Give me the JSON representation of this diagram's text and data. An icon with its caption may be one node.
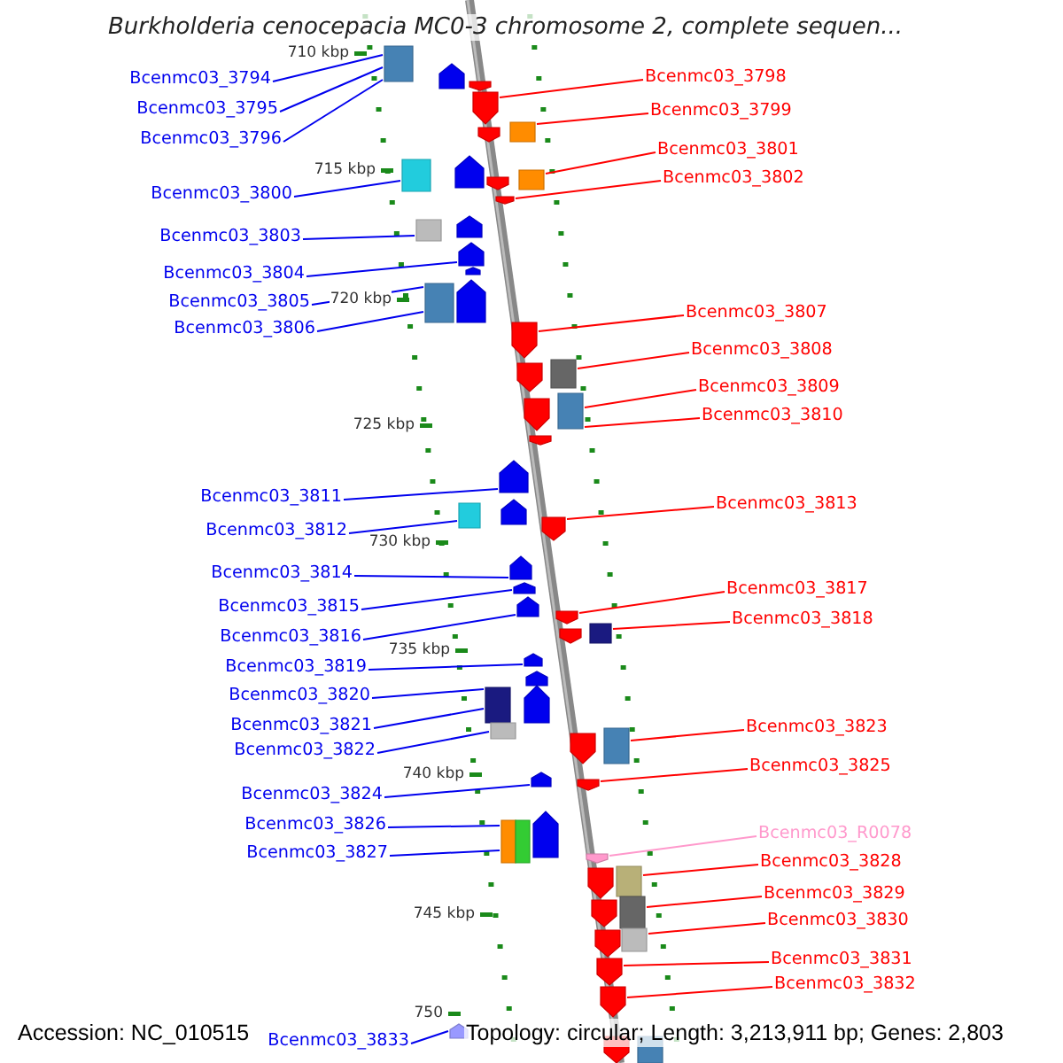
{
  "diagram": {
    "title": "Burkholderia cenocepacia MC0-3 chromosome 2, complete sequen...",
    "nodes": [
      {
        "text": [
          "Bcenmc03_3794"
        ]
      },
      {
        "text": [
          "Bcenmc03_3795"
        ]
      },
      {
        "text": [
          "Bcenmc03_3796"
        ]
      },
      {
        "text": [
          "Bcenmc03_3800"
        ]
      },
      {
        "text": [
          "Bcenmc03_3803"
        ]
      },
      {
        "text": [
          "Bcenmc03_3804"
        ]
      },
      {
        "text": [
          "Bcenmc03_3805"
        ]
      },
      {
        "text": [
          "Bcenmc03_3806"
        ]
      },
      {
        "text": [
          "Bcenmc03_3811"
        ]
      },
      {
        "text": [
          "Bcenmc03_3812"
        ]
      },
      {
        "text": [
          "Bcenmc03_3814"
        ]
      },
      {
        "text": [
          "Bcenmc03_3815"
        ]
      },
      {
        "text": [
          "Bcenmc03_3816"
        ]
      },
      {
        "text": [
          "Bcenmc03_3819"
        ]
      },
      {
        "text": [
          "Bcenmc03_3820"
        ]
      },
      {
        "text": [
          "Bcenmc03_3821"
        ]
      },
      {
        "text": [
          "Bcenmc03_3822"
        ]
      },
      {
        "text": [
          "Bcenmc03_3824"
        ]
      },
      {
        "text": [
          "Bcenmc03_3826"
        ]
      },
      {
        "text": [
          "Bcenmc03_3827"
        ]
      },
      {
        "text": [
          "Bcenmc03_3833"
        ]
      },
      {
        "text": [
          "Bcenmc03_3798"
        ]
      },
      {
        "text": [
          "Bcenmc03_3799"
        ]
      },
      {
        "text": [
          "Bcenmc03_3801"
        ]
      },
      {
        "text": [
          "Bcenmc03_3802"
        ]
      },
      {
        "text": [
          "Bcenmc03_3807"
        ]
      },
      {
        "text": [
          "Bcenmc03_3808"
        ]
      },
      {
        "text": [
          "Bcenmc03_3809"
        ]
      },
      {
        "text": [
          "Bcenmc03_3810"
        ]
      },
      {
        "text": [
          "Bcenmc03_3813"
        ]
      },
      {
        "text": [
          "Bcenmc03_3817"
        ]
      },
      {
        "text": [
          "Bcenmc03_3818"
        ]
      },
      {
        "text": [
          "Bcenmc03_3823"
        ]
      },
      {
        "text": [
          "Bcenmc03_3825"
        ]
      },
      {
        "text": [
          "Bcenmc03_R0078"
        ]
      },
      {
        "text": [
          "Bcenmc03_3828"
        ]
      },
      {
        "text": [
          "Bcenmc03_3829"
        ]
      },
      {
        "text": [
          "Bcenmc03_3830"
        ]
      },
      {
        "text": [
          "Bcenmc03_3831"
        ]
      },
      {
        "text": [
          "Bcenmc03_3832"
        ]
      },
      {
        "text": [],
        "shape": "box"
      },
      {
        "text": [],
        "shape": "arrow"
      },
      {
        "text": [],
        "shape": "arrow"
      },
      {
        "text": [],
        "shape": "arrow"
      },
      {
        "text": [],
        "shape": "box"
      },
      {
        "text": [],
        "shape": "arrow"
      },
      {
        "text": [],
        "shape": "arrow"
      },
      {
        "text": [],
        "shape": "box"
      },
      {
        "text": [],
        "shape": "box"
      },
      {
        "text": [],
        "shape": "arrow"
      },
      {
        "text": [],
        "shape": "arrow"
      },
      {
        "text": [],
        "shape": "arrow"
      },
      {
        "text": [],
        "shape": "box"
      },
      {
        "text": [],
        "shape": "arrow"
      },
      {
        "text": [],
        "shape": "arrow"
      },
      {
        "text": [],
        "shape": "arrow"
      },
      {
        "text": [],
        "shape": "box"
      },
      {
        "text": [],
        "shape": "arrow"
      },
      {
        "text": [],
        "shape": "box"
      },
      {
        "text": [],
        "shape": "arrow"
      },
      {
        "text": [],
        "shape": "box"
      },
      {
        "text": [],
        "shape": "arrow"
      },
      {
        "text": [],
        "shape": "arrow"
      },
      {
        "text": [],
        "shape": "arrow"
      },
      {
        "text": [],
        "shape": "arrow"
      },
      {
        "text": [],
        "shape": "box"
      },
      {
        "text": [],
        "shape": "arrow"
      },
      {
        "text": [],
        "shape": "arrow"
      },
      {
        "text": [],
        "shape": "arrow"
      },
      {
        "text": [],
        "shape": "arrow"
      },
      {
        "text": [],
        "shape": "arrow"
      },
      {
        "text": [],
        "shape": "box"
      },
      {
        "text": [],
        "shape": "arrow"
      },
      {
        "text": [],
        "shape": "arrow"
      },
      {
        "text": [],
        "shape": "arrow"
      },
      {
        "text": [],
        "shape": "arrow"
      },
      {
        "text": [],
        "shape": "box"
      },
      {
        "text": [],
        "shape": "box"
      },
      {
        "text": [],
        "shape": "box"
      },
      {
        "text": [],
        "shape": "arrow"
      },
      {
        "text": [],
        "shape": "arrow"
      },
      {
        "text": [],
        "shape": "arrow"
      },
      {
        "text": [],
        "shape": "arrow"
      },
      {
        "text": [],
        "shape": "box"
      },
      {
        "text": [],
        "shape": "box"
      },
      {
        "text": [],
        "shape": "arrow"
      },
      {
        "text": [],
        "shape": "box"
      },
      {
        "text": [],
        "shape": "arrow"
      },
      {
        "text": [],
        "shape": "box"
      },
      {
        "text": [],
        "shape": "arrow"
      },
      {
        "text": [],
        "shape": "box"
      },
      {
        "text": [],
        "shape": "arrow"
      },
      {
        "text": [],
        "shape": "arrow"
      },
      {
        "text": [],
        "shape": "arrow"
      },
      {
        "text": [],
        "shape": "arrow"
      },
      {
        "text": [],
        "shape": "arrow"
      },
      {
        "text": [],
        "shape": "box"
      }
    ],
    "edges": [
      {
        "from": 0,
        "to": 40,
        "arrow": "none"
      },
      {
        "from": 1,
        "to": 40,
        "arrow": "none"
      },
      {
        "from": 2,
        "to": 40,
        "arrow": "none"
      },
      {
        "from": 3,
        "to": 47,
        "arrow": "none"
      },
      {
        "from": 4,
        "to": 52,
        "arrow": "none"
      },
      {
        "from": 5,
        "to": 53,
        "arrow": "none"
      },
      {
        "from": 6,
        "to": 56,
        "arrow": "none"
      },
      {
        "from": 7,
        "to": 56,
        "arrow": "none"
      },
      {
        "from": 8,
        "to": 63,
        "arrow": "none"
      },
      {
        "from": 9,
        "to": 65,
        "arrow": "none"
      },
      {
        "from": 10,
        "to": 67,
        "arrow": "none"
      },
      {
        "from": 11,
        "to": 68,
        "arrow": "none"
      },
      {
        "from": 12,
        "to": 69,
        "arrow": "none"
      },
      {
        "from": 13,
        "to": 73,
        "arrow": "none"
      },
      {
        "from": 14,
        "to": 76,
        "arrow": "none"
      },
      {
        "from": 15,
        "to": 76,
        "arrow": "none"
      },
      {
        "from": 16,
        "to": 77,
        "arrow": "none"
      },
      {
        "from": 17,
        "to": 80,
        "arrow": "none"
      },
      {
        "from": 18,
        "to": 83,
        "arrow": "none"
      },
      {
        "from": 19,
        "to": 83,
        "arrow": "none"
      },
      {
        "from": 20,
        "to": 94,
        "arrow": "none"
      },
      {
        "from": 21,
        "to": 43,
        "arrow": "none",
        "color": "#ff0000"
      },
      {
        "from": 22,
        "to": 44,
        "arrow": "none",
        "color": "#ff0000"
      },
      {
        "from": 23,
        "to": 48,
        "arrow": "none",
        "color": "#ff0000"
      },
      {
        "from": 24,
        "to": 50,
        "arrow": "none",
        "color": "#ff0000"
      },
      {
        "from": 25,
        "to": 57,
        "arrow": "none",
        "color": "#ff0000"
      },
      {
        "from": 26,
        "to": 58,
        "arrow": "none",
        "color": "#ff0000"
      },
      {
        "from": 27,
        "to": 60,
        "arrow": "none",
        "color": "#ff0000"
      },
      {
        "from": 28,
        "to": 60,
        "arrow": "none",
        "color": "#ff0000"
      },
      {
        "from": 29,
        "to": 66,
        "arrow": "none",
        "color": "#ff0000"
      },
      {
        "from": 30,
        "to": 70,
        "arrow": "none",
        "color": "#ff0000"
      },
      {
        "from": 31,
        "to": 71,
        "arrow": "none",
        "color": "#ff0000"
      },
      {
        "from": 32,
        "to": 78,
        "arrow": "none",
        "color": "#ff0000"
      },
      {
        "from": 33,
        "to": 81,
        "arrow": "none",
        "color": "#ff0000"
      },
      {
        "from": 34,
        "to": 85,
        "arrow": "none",
        "color": "#ff99cc"
      },
      {
        "from": 35,
        "to": 86,
        "arrow": "none",
        "color": "#ff0000"
      },
      {
        "from": 36,
        "to": 88,
        "arrow": "none",
        "color": "#ff0000"
      },
      {
        "from": 37,
        "to": 90,
        "arrow": "none",
        "color": "#ff0000"
      },
      {
        "from": 38,
        "to": 92,
        "arrow": "none",
        "color": "#ff0000"
      },
      {
        "from": 39,
        "to": 93,
        "arrow": "none",
        "color": "#ff0000"
      }
    ],
    "labels": [
      "710 kbp",
      "715 kbp",
      "720 kbp",
      "725 kbp",
      "730 kbp",
      "735 kbp",
      "740 kbp",
      "745 kbp",
      "750",
      "Accession: NC_010515",
      "Topology: circular; Length: 3,213,911 bp; Genes: 2,803"
    ]
  }
}
